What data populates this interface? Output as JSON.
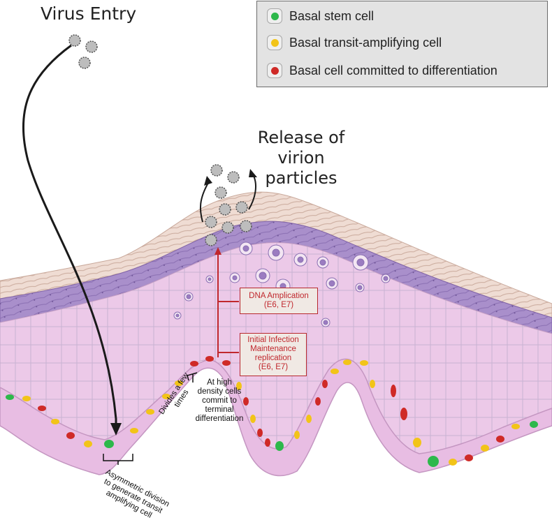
{
  "title": "Virus Entry",
  "release_label": "Release of virion particles",
  "legend": {
    "items": [
      {
        "label": "Basal stem cell",
        "color": "#2db84b"
      },
      {
        "label": "Basal transit-amplifying cell",
        "color": "#f2c418"
      },
      {
        "label": "Basal cell committed to differentiation",
        "color": "#cf2a27"
      }
    ]
  },
  "boxes": {
    "dna": {
      "line1": "DNA Amplication",
      "line2": "(E6, E7)"
    },
    "initial": {
      "line1": "Initial Infection",
      "line2": "Maintenance",
      "line3": "replication",
      "line4": "(E6, E7)"
    }
  },
  "annotations": {
    "asym": "Asymmetric division to generate transit amplifying cell",
    "divides": "Divides a few times",
    "high_density": "At high density cells commit to terminal differentiation"
  },
  "colors": {
    "tissue": "#ecc9e8",
    "basal_layer": "#e6bde3",
    "granular": "#a58bc6",
    "stratum_corneum": "#ead3c9",
    "arrow_red": "#c0272d",
    "virion": "#bdbdbd"
  },
  "icons": {
    "virion": "virion-particle-icon"
  }
}
